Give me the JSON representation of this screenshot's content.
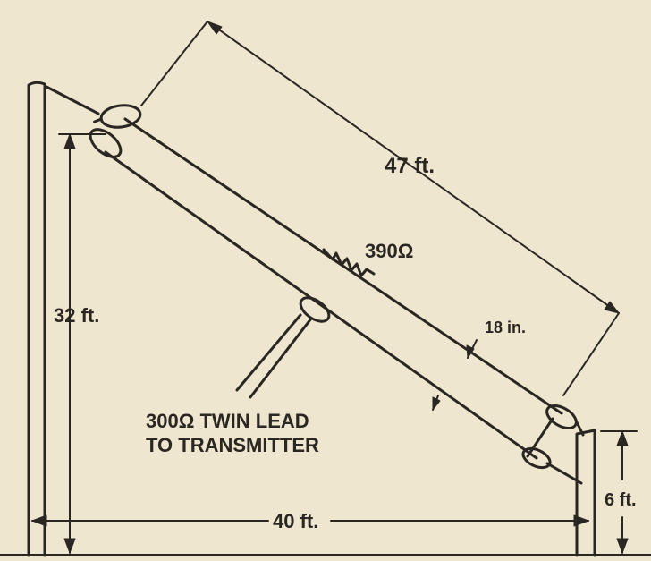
{
  "diagram": {
    "labels": {
      "length_47": "47 ft.",
      "height_32": "32 ft.",
      "span_40": "40 ft.",
      "height_6": "6 ft.",
      "spacing_18": "18 in.",
      "resistor": "390Ω",
      "feed_line_1": "300Ω TWIN LEAD",
      "feed_line_2": "TO TRANSMITTER"
    },
    "colors": {
      "paper": "#efe6cf",
      "ink": "#2a2622"
    }
  }
}
